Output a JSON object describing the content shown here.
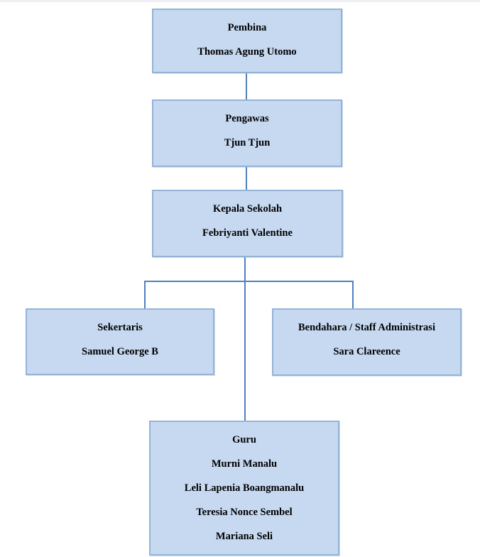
{
  "colors": {
    "node_fill": "#c6d9f1",
    "node_border": "#95b3d7",
    "connector": "#4f81bd",
    "text": "#000000",
    "page_background": "#ffffff"
  },
  "org_chart": {
    "nodes": {
      "pembina": {
        "title": "Pembina",
        "name": "Thomas Agung Utomo"
      },
      "pengawas": {
        "title": "Pengawas",
        "name": "Tjun Tjun"
      },
      "kepala_sekolah": {
        "title": "Kepala Sekolah",
        "name": "Febriyanti Valentine"
      },
      "sekertaris": {
        "title": "Sekertaris",
        "name": "Samuel George B"
      },
      "bendahara": {
        "title": "Bendahara / Staff Administrasi",
        "name": "Sara Clareence"
      },
      "guru": {
        "title": "Guru",
        "members": [
          "Murni Manalu",
          "Leli Lapenia Boangmanalu",
          "Teresia Nonce Sembel",
          "Mariana Seli"
        ]
      }
    }
  }
}
